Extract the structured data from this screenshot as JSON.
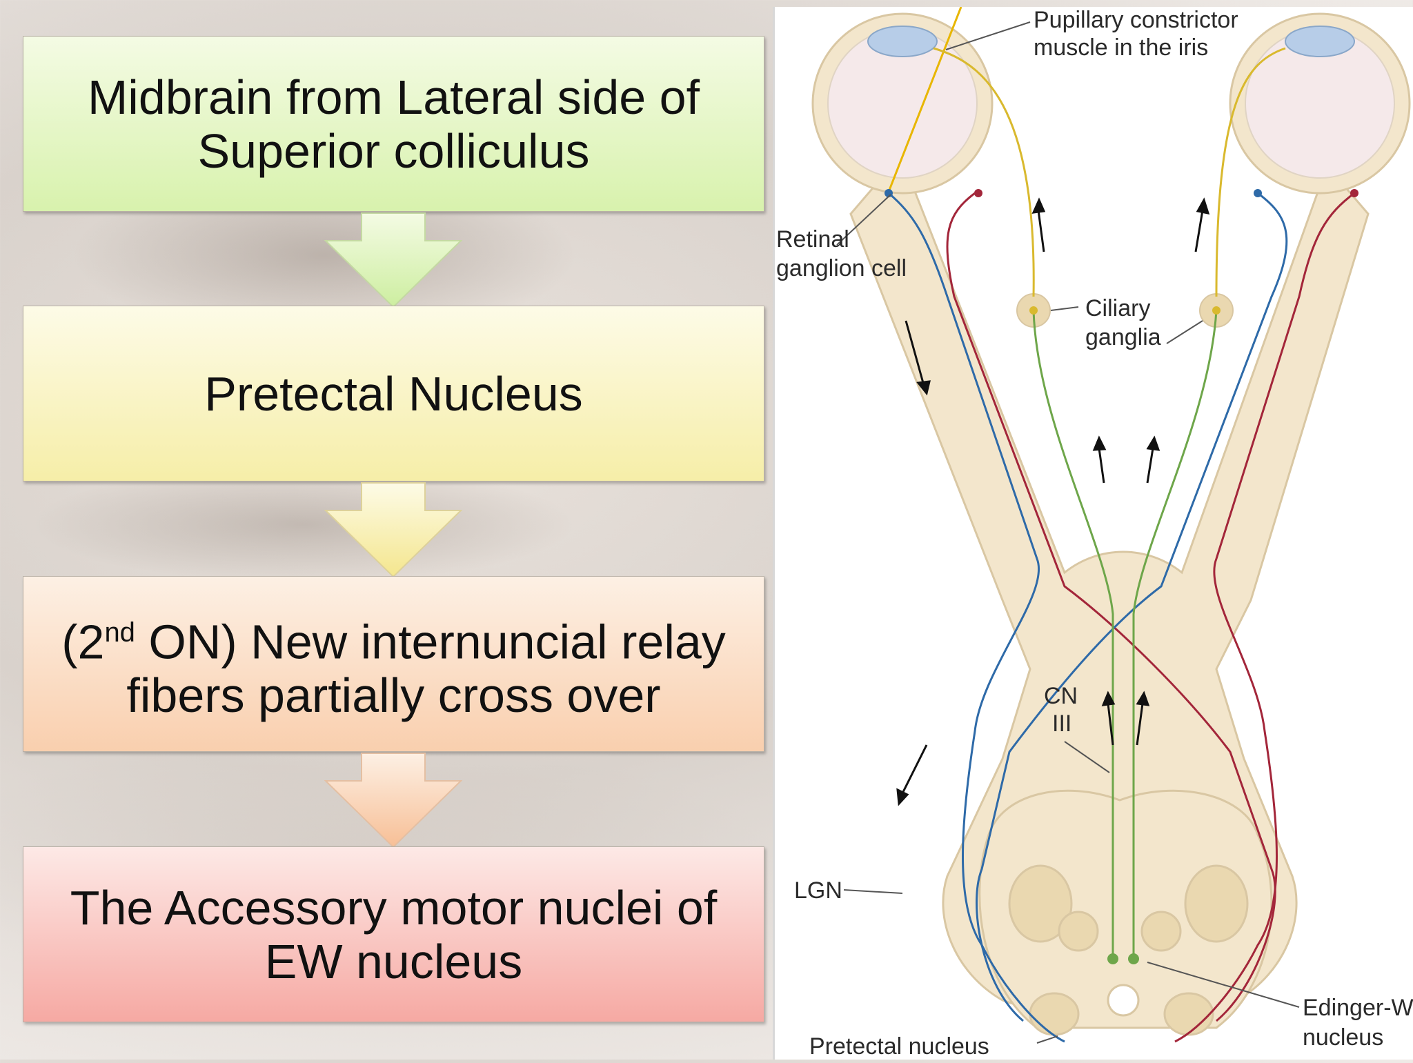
{
  "flowchart": {
    "step1": "Midbrain from Lateral side of Superior colliculus",
    "step2": "Pretectal Nucleus",
    "step3_prefix": "(2",
    "step3_sup": "nd",
    "step3_rest": " ON) New internuncial relay fibers partially cross over",
    "step4": "The Accessory motor nuclei of EW nucleus"
  },
  "diagram": {
    "labels": {
      "pupillary_1": "Pupillary constrictor",
      "pupillary_2": "muscle in the iris",
      "retinal_1": "Retinal",
      "retinal_2": "ganglion cell",
      "ciliary_1": "Ciliary",
      "ciliary_2": "ganglia",
      "cn_1": "CN",
      "cn_2": "III",
      "lgn": "LGN",
      "pretectal": "Pretectal nucleus",
      "ew_1": "Edinger-W",
      "ew_2": "nucleus"
    },
    "colors": {
      "tissue": "#f3e6cc",
      "tissue_edge": "#d9c7a3",
      "blue_fiber": "#2e6aa8",
      "red_fiber": "#a3263a",
      "green_fiber": "#6ea64a",
      "yellow_fiber": "#d9b92e"
    }
  },
  "colors": {
    "box1": "#d8f2ad",
    "box2": "#f6eea8",
    "box3": "#f9cfae",
    "box4": "#f6a9a3"
  }
}
